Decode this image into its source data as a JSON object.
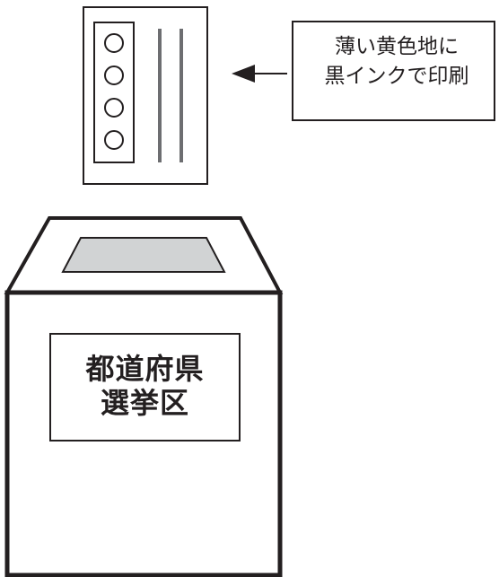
{
  "ballot_card": {
    "circle_count": 4
  },
  "callout": {
    "line1": "薄い黄色地に",
    "line2": "黒インクで印刷"
  },
  "ballot_box": {
    "label_line1": "都道府県",
    "label_line2": "選挙区"
  },
  "colors": {
    "stroke": "#231f20",
    "stripe": "#6d6e71",
    "slot_fill": "#d1d3d4",
    "background": "#ffffff"
  }
}
